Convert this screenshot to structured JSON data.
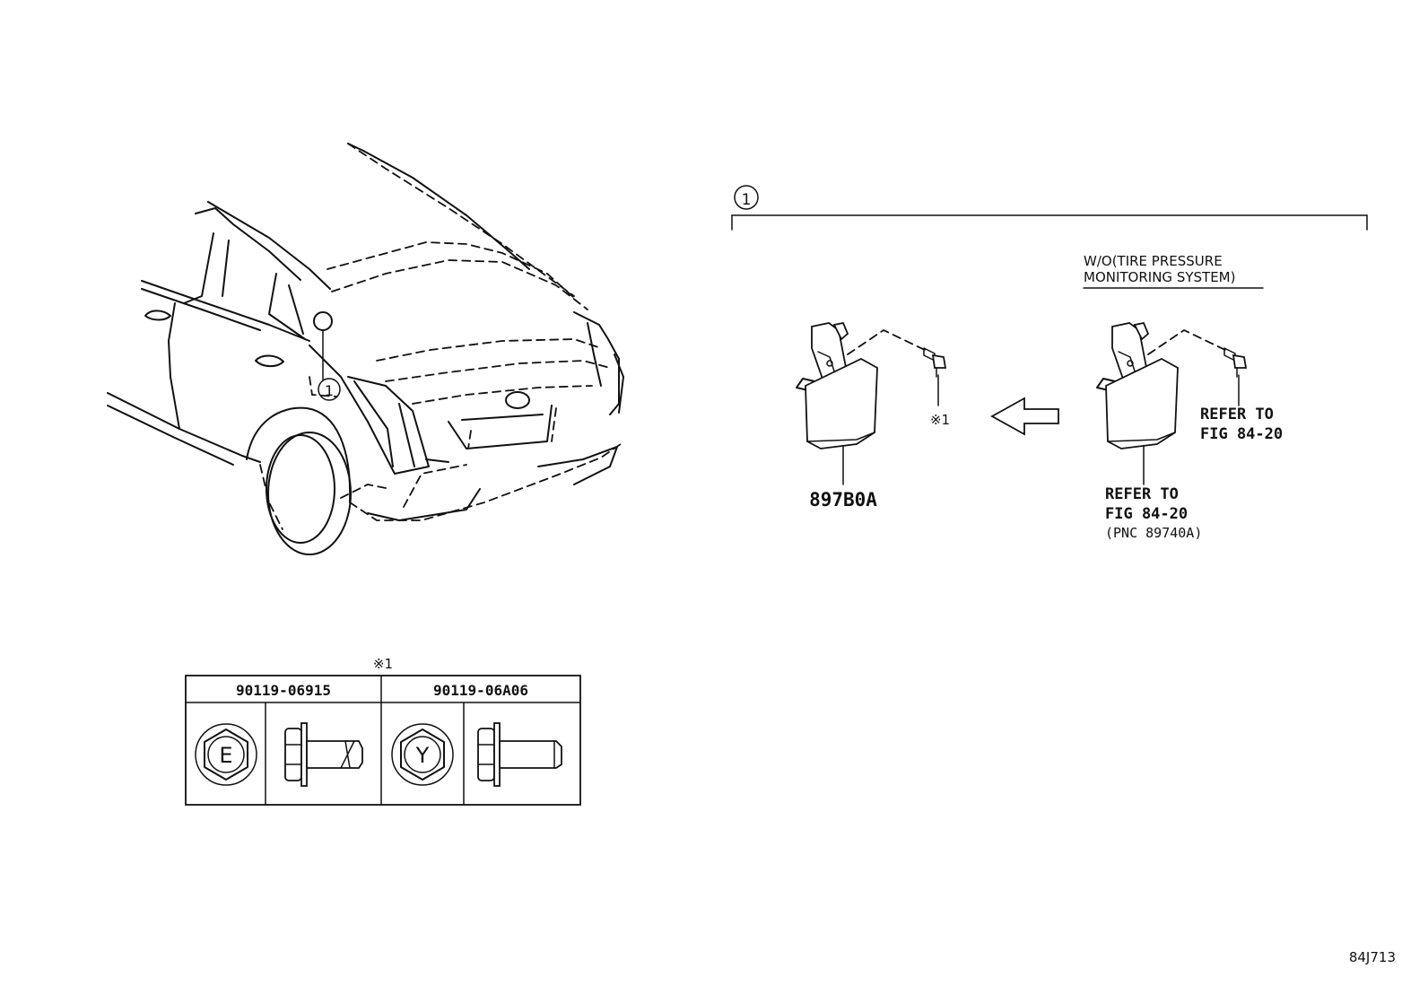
{
  "callout_main": "1",
  "callout_car": "1",
  "condition_note": {
    "line1": "W/O(TIRE PRESSURE",
    "line2": "MONITORING SYSTEM)"
  },
  "part_number": "897B0A",
  "bolt_note_mark": "※1",
  "refer_right_screw": {
    "line1": "REFER TO",
    "line2": "FIG 84-20"
  },
  "refer_right_ecu": {
    "line1": "REFER TO",
    "line2": "FIG 84-20",
    "line3": "(PNC 89740A)"
  },
  "bolt_table": {
    "mark": "※1",
    "columns": [
      {
        "part": "90119-06915",
        "head_mark": "E"
      },
      {
        "part": "90119-06A06",
        "head_mark": "Y"
      }
    ]
  },
  "figure_id": "84J713"
}
